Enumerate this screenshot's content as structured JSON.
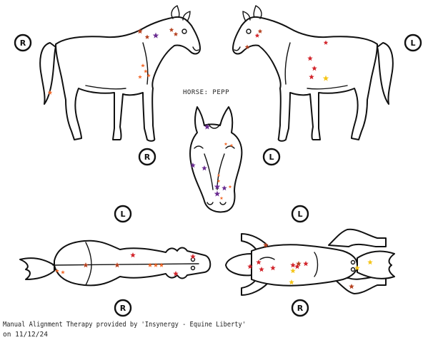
{
  "horse_label": "HORSE: PEPP",
  "caption_line1": "Manual Alignment Therapy provided by 'Insynergy - Equine Liberty'",
  "caption_line2": "on 11/12/24",
  "markers": [
    "R",
    "L",
    "R",
    "L",
    "L",
    "R",
    "L",
    "R"
  ],
  "colors": {
    "outline": "#111111",
    "purple": "#6a2c91",
    "red": "#d2232a",
    "rust": "#b5401e",
    "orange": "#f26a2b",
    "yellow": "#f5c518"
  }
}
